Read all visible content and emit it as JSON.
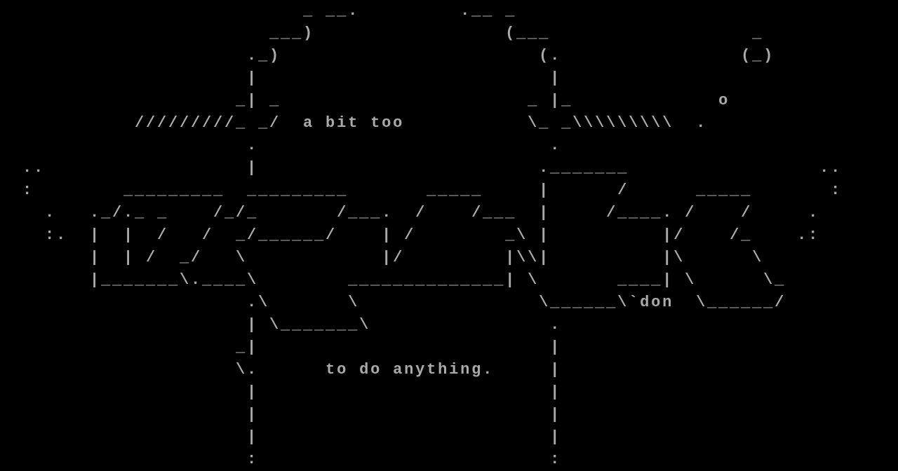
{
  "terminal": {
    "lines": [
      "                           _ __.         .__ _",
      "                        ___)                 (___                  _",
      "                      ._)                       (.                (_)",
      "                      |                          |",
      "                     _| _                      _ |_             o",
      "            /////////_ _/  a bit too           \\_ _\\\\\\\\\\\\\\\\\\  .",
      "                      .                          .",
      "  ..                  |                         ._______                 ..",
      "  :        _________  _________       _____     |      /      _____       :",
      "    .   ._/._ _    /_/_       /___.  /    /___  |     /____. /    /     .",
      "    :.  |  |  /   /  _/______/    | /        _\\ |          |/    /_    .:",
      "        |  | /  _/   \\            |/         |\\\\|          |\\      \\",
      "        |_______\\.____\\        ______________| \\       ____| \\      \\_",
      "                      .\\       \\                \\______\\`don  \\______/",
      "                      | \\_______\\                .",
      "                     _|                          |",
      "                     \\.      to do anything.     |",
      "                      |                          |",
      "                      |                          |",
      "                      |                          |",
      "                      :                          :"
    ]
  }
}
